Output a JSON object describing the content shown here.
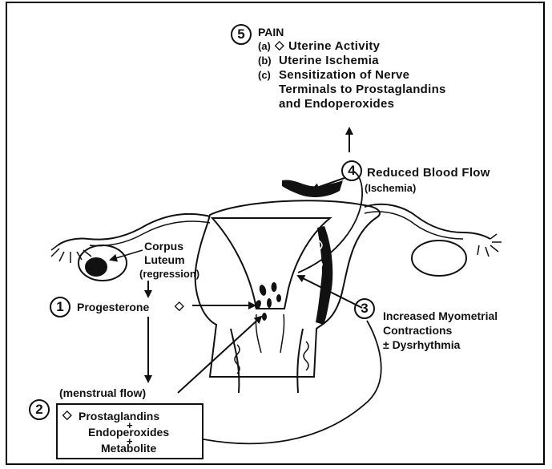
{
  "pain": {
    "step": "5",
    "title": "PAIN",
    "item_a_mark": "(a)",
    "item_a": "Uterine Activity",
    "item_b_mark": "(b)",
    "item_b": "Uterine Ischemia",
    "item_c_mark": "(c)",
    "item_c_line1": "Sensitization of Nerve",
    "item_c_line2": "Terminals to Prostaglandins",
    "item_c_line3": "and Endoperoxides"
  },
  "blood_flow": {
    "step": "4",
    "line1": "Reduced Blood Flow",
    "line2": "(Ischemia)"
  },
  "corpus": {
    "line1": "Corpus",
    "line2": "Luteum",
    "line3": "(regression)"
  },
  "progesterone": {
    "step": "1",
    "label": "Progesterone"
  },
  "contractions": {
    "step": "3",
    "line1": "Increased Myometrial",
    "line2": "Contractions",
    "line3": "± Dysrhythmia"
  },
  "menstrual": {
    "label": "(menstrual flow)"
  },
  "prostaglandins": {
    "step": "2",
    "line1": "Prostaglandins",
    "plus1": "+",
    "line2": "Endoperoxides",
    "plus2": "+",
    "line3": "Metabolite"
  },
  "symbols": {
    "decrease": "decrease-symbol-icon",
    "increase": "increase-symbol-icon"
  }
}
